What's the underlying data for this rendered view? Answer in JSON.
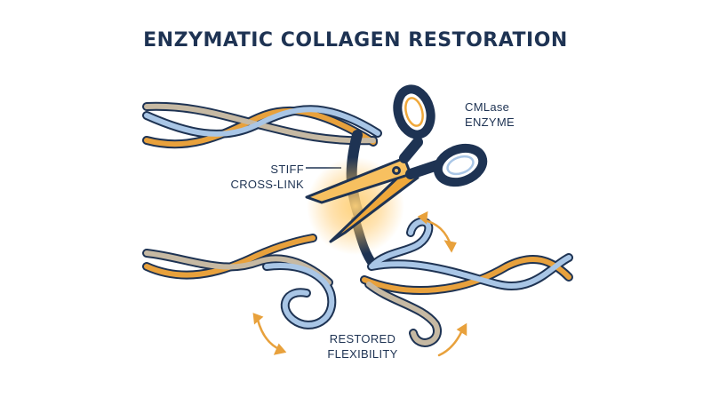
{
  "title": "ENZYMATIC COLLAGEN RESTORATION",
  "labels": {
    "enzyme": [
      "CMLase",
      "ENZYME"
    ],
    "crosslink": [
      "STIFF",
      "CROSS-LINK"
    ],
    "restored": [
      "RESTORED",
      "FLEXIBILITY"
    ]
  },
  "colors": {
    "navy": "#1e3353",
    "blue": "#a9c6e6",
    "orange": "#e8a13c",
    "tan": "#c6b9a3",
    "blade": "#f0a83a"
  },
  "icons": {
    "scissors": "scissors-icon",
    "arrow": "curved-arrow-icon"
  }
}
